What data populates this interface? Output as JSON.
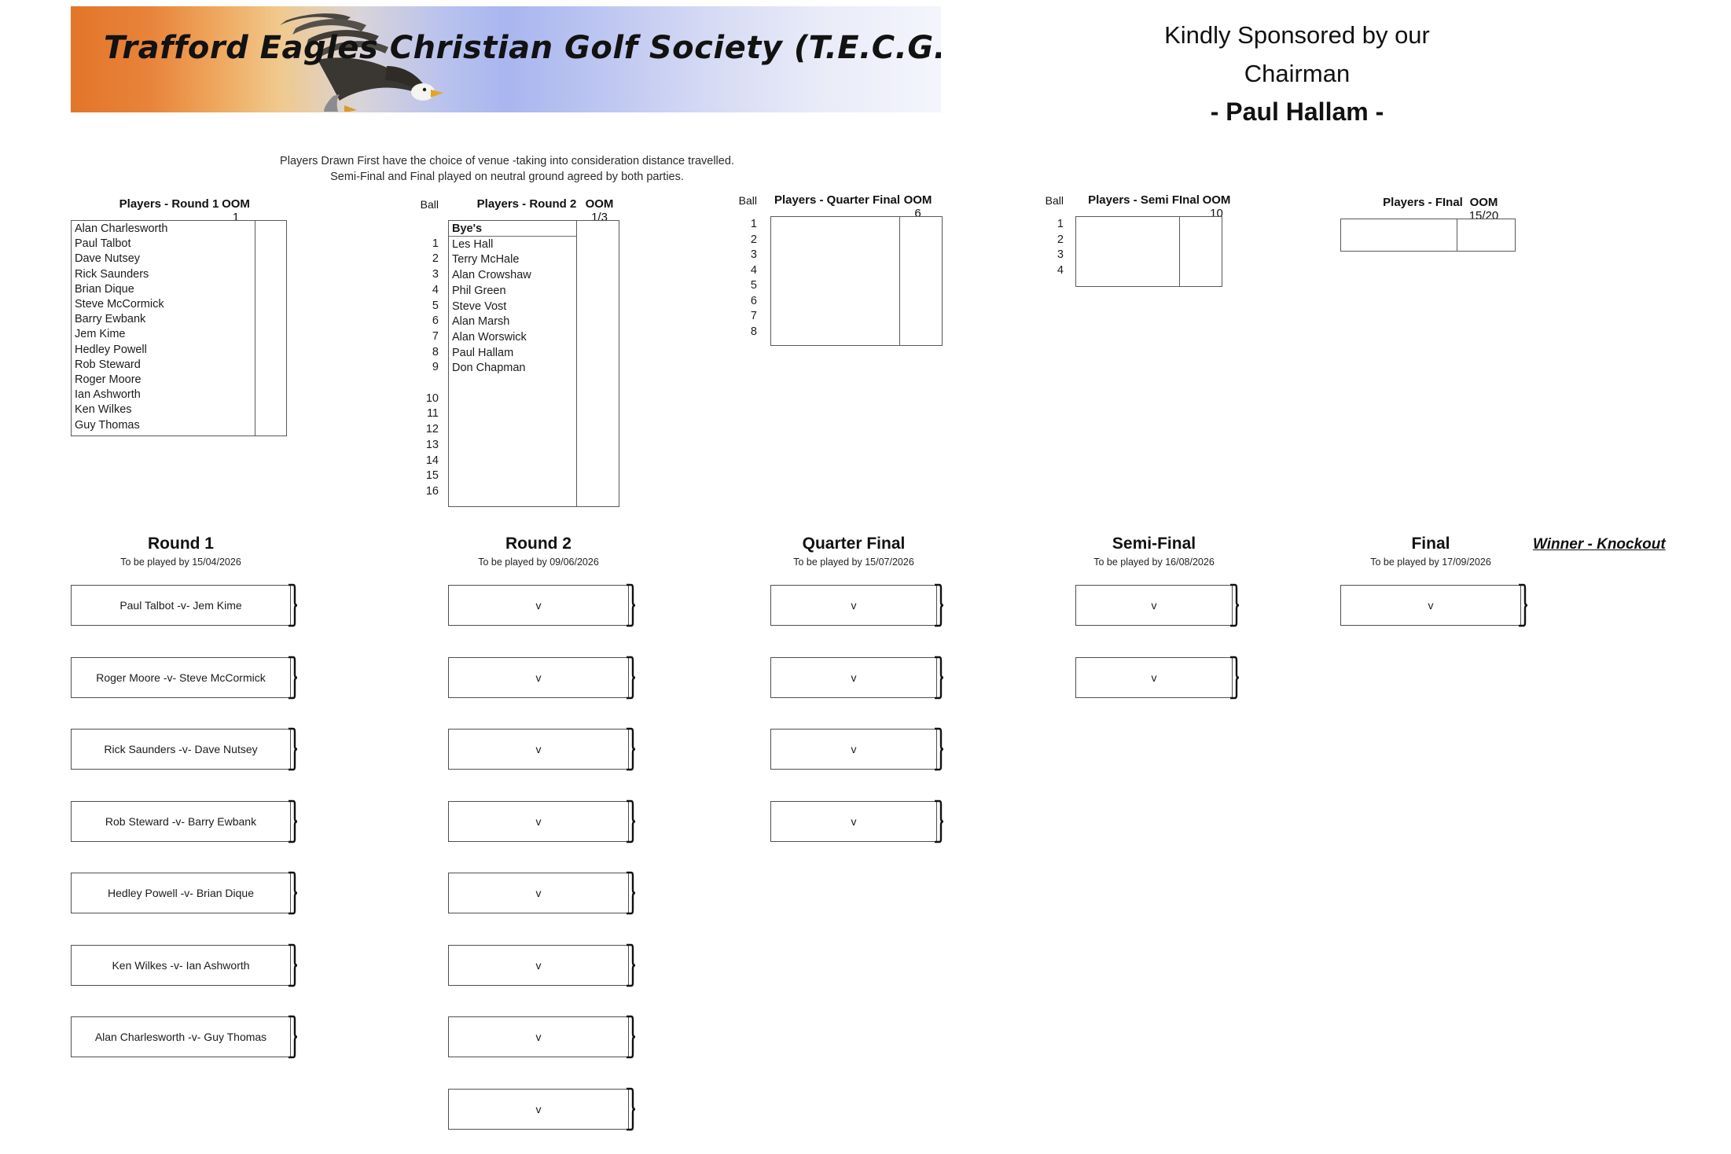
{
  "banner": {
    "title": "Trafford Eagles Christian Golf Society (T.E.C.G.S)",
    "eagle_icon": "eagle-icon"
  },
  "sponsor": {
    "line1": "Kindly Sponsored by our",
    "line2": "Chairman",
    "line3": "- Paul Hallam -"
  },
  "notes": {
    "line1": "Players Drawn First have the choice of venue -taking into consideration distance travelled.",
    "line2": "Semi-Final and Final played on neutral ground agreed by both parties."
  },
  "draw_tables": {
    "round1": {
      "header": "Players - Round 1",
      "oom_header": "OOM",
      "oom_value": "1",
      "ball_header": "",
      "balls": [],
      "players": [
        "Alan Charlesworth",
        "Paul Talbot",
        "Dave Nutsey",
        "Rick Saunders",
        "Brian Dique",
        "Steve McCormick",
        "Barry Ewbank",
        "Jem Kime",
        "Hedley Powell",
        "Rob Steward",
        "Roger Moore",
        "Ian Ashworth",
        "Ken Wilkes",
        "Guy Thomas"
      ]
    },
    "round2": {
      "header": "Players - Round 2",
      "oom_header": "OOM",
      "oom_value": "1/3",
      "ball_header": "Ball",
      "byes_label": "Bye's",
      "balls": [
        "1",
        "2",
        "3",
        "4",
        "5",
        "6",
        "7",
        "8",
        "9",
        "",
        "10",
        "11",
        "12",
        "13",
        "14",
        "15",
        "16"
      ],
      "players": [
        "Les Hall",
        "Terry McHale",
        "Alan Crowshaw",
        "Phil Green",
        "Steve Vost",
        "Alan Marsh",
        "Alan Worswick",
        "Paul Hallam",
        "Don Chapman"
      ]
    },
    "quarter": {
      "header": "Players - Quarter Final",
      "oom_header": "OOM",
      "oom_value": "6",
      "ball_header": "Ball",
      "balls": [
        "1",
        "2",
        "3",
        "4",
        "5",
        "6",
        "7",
        "8"
      ],
      "players": []
    },
    "semi": {
      "header": "Players - Semi FInal",
      "oom_header": "OOM",
      "oom_value": "10",
      "ball_header": "Ball",
      "balls": [
        "1",
        "2",
        "3",
        "4"
      ],
      "players": []
    },
    "final": {
      "header": "Players - FInal",
      "oom_header": "OOM",
      "oom_value": "15/20",
      "ball_header": "",
      "balls": [],
      "players": []
    }
  },
  "bracket": {
    "columns": [
      {
        "title": "Round 1",
        "date": "To be played by 15/04/2026",
        "matches": [
          "Paul Talbot -v- Jem Kime",
          "Roger Moore -v- Steve McCormick",
          "Rick Saunders -v- Dave Nutsey",
          "Rob Steward -v- Barry Ewbank",
          "Hedley Powell -v- Brian Dique",
          "Ken Wilkes -v- Ian Ashworth",
          "Alan Charlesworth -v- Guy Thomas"
        ]
      },
      {
        "title": "Round 2",
        "date": "To be played by  09/06/2026",
        "matches": [
          "v",
          "v",
          "v",
          "v",
          "v",
          "v",
          "v",
          "v"
        ]
      },
      {
        "title": "Quarter Final",
        "date": "To be played by 15/07/2026",
        "matches": [
          "v",
          "v",
          "v",
          "v"
        ]
      },
      {
        "title": "Semi-Final",
        "date": "To be played by 16/08/2026",
        "matches": [
          "v",
          "v"
        ]
      },
      {
        "title": "Final",
        "date": "To be played by  17/09/2026",
        "matches": [
          "v"
        ]
      }
    ],
    "winner_label": "Winner - Knockout"
  }
}
